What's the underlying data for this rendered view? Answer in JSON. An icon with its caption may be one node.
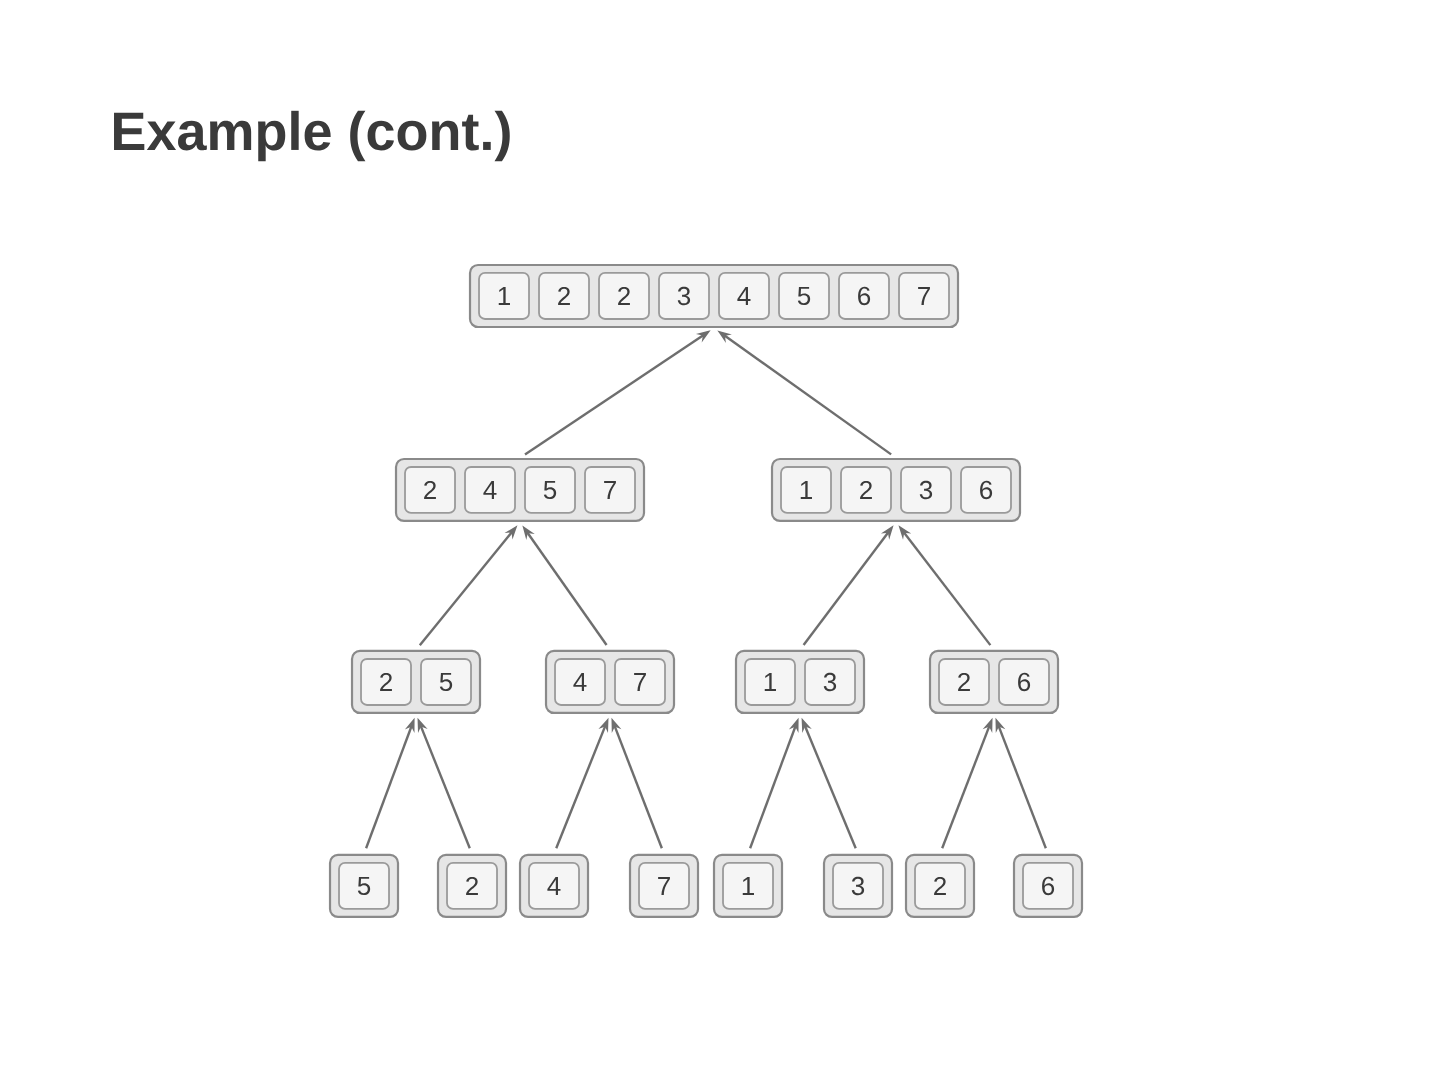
{
  "diagram": {
    "title": "Example (cont.)",
    "nodes": [
      {
        "text": [
          "1",
          "2",
          "2",
          "3",
          "4",
          "5",
          "6",
          "7"
        ]
      },
      {
        "text": [
          "2",
          "4",
          "5",
          "7"
        ]
      },
      {
        "text": [
          "1",
          "2",
          "3",
          "6"
        ]
      },
      {
        "text": [
          "2",
          "5"
        ]
      },
      {
        "text": [
          "4",
          "7"
        ]
      },
      {
        "text": [
          "1",
          "3"
        ]
      },
      {
        "text": [
          "2",
          "6"
        ]
      },
      {
        "text": [
          "5"
        ]
      },
      {
        "text": [
          "2"
        ]
      },
      {
        "text": [
          "4"
        ]
      },
      {
        "text": [
          "7"
        ]
      },
      {
        "text": [
          "1"
        ]
      },
      {
        "text": [
          "3"
        ]
      },
      {
        "text": [
          "2"
        ]
      },
      {
        "text": [
          "6"
        ]
      }
    ],
    "edges": [
      {
        "from": 1,
        "to": 0,
        "arrow": "to"
      },
      {
        "from": 2,
        "to": 0,
        "arrow": "to"
      },
      {
        "from": 3,
        "to": 1,
        "arrow": "to"
      },
      {
        "from": 4,
        "to": 1,
        "arrow": "to"
      },
      {
        "from": 5,
        "to": 2,
        "arrow": "to"
      },
      {
        "from": 6,
        "to": 2,
        "arrow": "to"
      },
      {
        "from": 7,
        "to": 3,
        "arrow": "to"
      },
      {
        "from": 8,
        "to": 3,
        "arrow": "to"
      },
      {
        "from": 9,
        "to": 4,
        "arrow": "to"
      },
      {
        "from": 10,
        "to": 4,
        "arrow": "to"
      },
      {
        "from": 11,
        "to": 5,
        "arrow": "to"
      },
      {
        "from": 12,
        "to": 5,
        "arrow": "to"
      },
      {
        "from": 13,
        "to": 6,
        "arrow": "to"
      },
      {
        "from": 14,
        "to": 6,
        "arrow": "to"
      }
    ]
  }
}
